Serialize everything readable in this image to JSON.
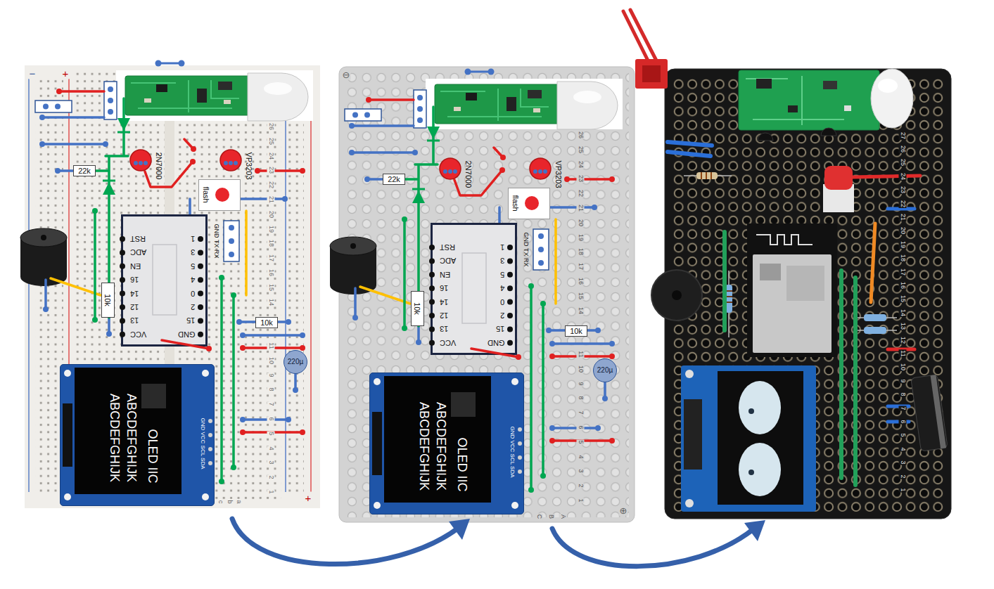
{
  "diagram": {
    "nodes": [
      {
        "text": [
          "2N7000"
        ]
      },
      {
        "text": [
          "VP3203"
        ]
      },
      {
        "text": [
          "22k"
        ]
      },
      {
        "text": [
          "flash"
        ]
      },
      {
        "text": [
          "RST",
          "ADC",
          "EN",
          "16",
          "14",
          "12",
          "13",
          "VCC",
          "1",
          "3",
          "5",
          "4",
          "0",
          "2",
          "15",
          "GND"
        ]
      },
      {
        "text": [
          "GND TX RX"
        ]
      },
      {
        "text": [
          "10k"
        ]
      },
      {
        "text": [
          "10k"
        ]
      },
      {
        "text": [
          "220µ"
        ]
      },
      {
        "text": [
          "OLED IIC",
          "ABCDEFGHIJK",
          "ABCDEFGHIJK",
          "GND VCC SCL SDA"
        ]
      },
      {
        "text": [
          "2N7000"
        ]
      },
      {
        "text": [
          "VP3203"
        ]
      },
      {
        "text": [
          "22k"
        ]
      },
      {
        "text": [
          "flash"
        ]
      },
      {
        "text": [
          "RST",
          "ADC",
          "EN",
          "16",
          "14",
          "12",
          "13",
          "VCC",
          "1",
          "3",
          "5",
          "4",
          "0",
          "2",
          "15",
          "GND"
        ]
      },
      {
        "text": [
          "GND TX RX"
        ]
      },
      {
        "text": [
          "10k"
        ]
      },
      {
        "text": [
          "10k"
        ]
      },
      {
        "text": [
          "220µ"
        ]
      },
      {
        "text": [
          "OLED IIC",
          "ABCDEFGHIJK",
          "ABCDEFGHIJK",
          "GND VCC SCL SDA"
        ]
      }
    ],
    "labels": [
      "−",
      "+",
      "+",
      "26",
      "25",
      "24",
      "23",
      "22",
      "21",
      "20",
      "19",
      "18",
      "17",
      "16",
      "15",
      "14",
      "11",
      "10",
      "9",
      "8",
      "7",
      "6",
      "5",
      "4",
      "3",
      "2",
      "1",
      "c",
      "b",
      "a",
      "⊖",
      "⊕",
      "26",
      "25",
      "24",
      "23",
      "22",
      "21",
      "20",
      "19",
      "18",
      "17",
      "16",
      "15",
      "14",
      "11",
      "10",
      "9",
      "8",
      "7",
      "6",
      "5",
      "4",
      "3",
      "2",
      "1",
      "C",
      "B",
      "A",
      "27",
      "26",
      "25",
      "24",
      "23",
      "22",
      "21",
      "20",
      "19",
      "18",
      "17",
      "16",
      "15",
      "14",
      "13",
      "12",
      "11",
      "10",
      "9",
      "8",
      "7",
      "6",
      "5",
      "4",
      "3",
      "2",
      "1"
    ]
  }
}
